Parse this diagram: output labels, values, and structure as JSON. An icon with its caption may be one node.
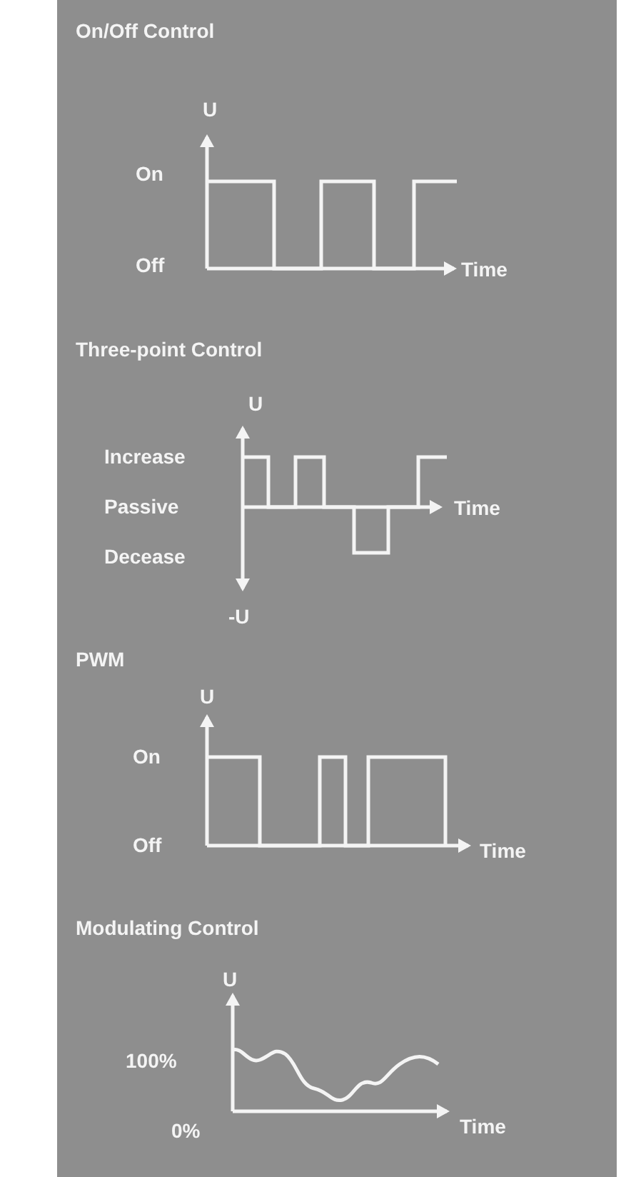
{
  "diagram": {
    "labels": [
      "On/Off Control",
      "U",
      "On",
      "Off",
      "Time",
      "Three-point Control",
      "U",
      "Increase",
      "Passive",
      "Time",
      "Decease",
      "-U",
      "PWM",
      "U",
      "On",
      "Off",
      "Time",
      "Modulating Control",
      "U",
      "100%",
      "0%",
      "Time"
    ]
  }
}
